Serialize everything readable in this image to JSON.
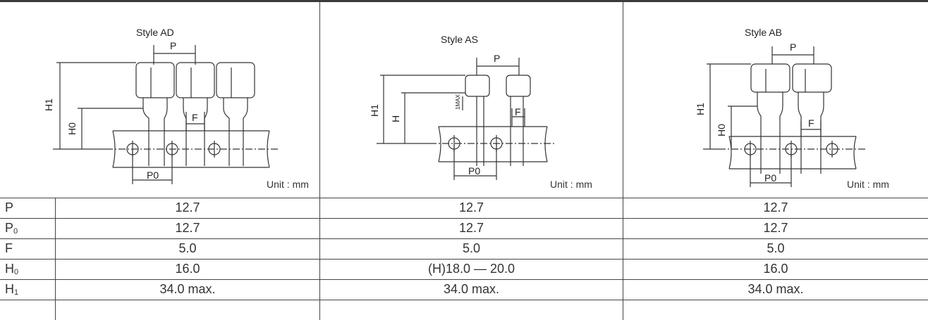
{
  "panels": [
    {
      "title": "Style AD",
      "unit": "Unit : mm"
    },
    {
      "title": "Style AS",
      "unit": "Unit : mm"
    },
    {
      "title": "Style AB",
      "unit": "Unit : mm"
    }
  ],
  "diagram_labels": {
    "p": "P",
    "f": "F",
    "h": "H",
    "h1": "H1",
    "h0": "H0",
    "p0": "P0",
    "max": "1MAX"
  },
  "rows": [
    {
      "param": "P",
      "sub": "",
      "ad": "12.7",
      "as": "12.7",
      "ab": "12.7"
    },
    {
      "param": "P",
      "sub": "0",
      "ad": "12.7",
      "as": "12.7",
      "ab": "12.7"
    },
    {
      "param": "F",
      "sub": "",
      "ad": "5.0",
      "as": "5.0",
      "ab": "5.0"
    },
    {
      "param": "H",
      "sub": "0",
      "ad": "16.0",
      "as": "(H)18.0 — 20.0",
      "ab": "16.0"
    },
    {
      "param": "H",
      "sub": "1",
      "ad": "34.0 max.",
      "as": "34.0 max.",
      "ab": "34.0  max."
    }
  ]
}
